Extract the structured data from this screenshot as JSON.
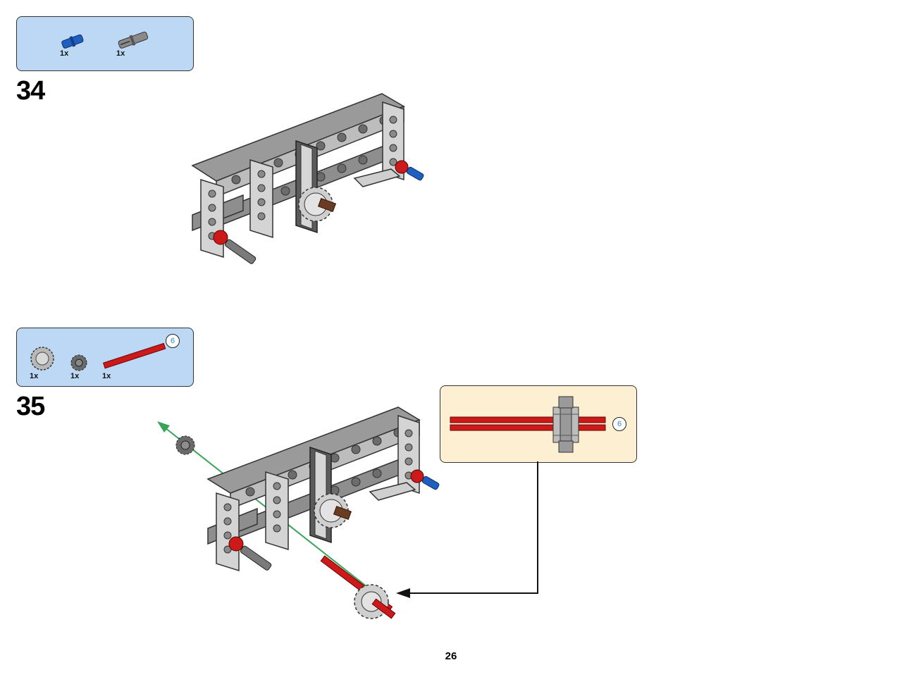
{
  "steps": [
    {
      "number": "34",
      "parts": [
        {
          "qty": "1x",
          "icon": "blue-friction-pin-icon"
        },
        {
          "qty": "1x",
          "icon": "gray-axle-pin-icon"
        }
      ]
    },
    {
      "number": "35",
      "length_badge": "6",
      "parts": [
        {
          "qty": "1x",
          "icon": "light-gray-gear-icon"
        },
        {
          "qty": "1x",
          "icon": "dark-gray-gear-icon"
        },
        {
          "qty": "1x",
          "icon": "red-axle-6-icon"
        }
      ],
      "callout": {
        "length_badge": "6"
      }
    }
  ],
  "page_number": "26",
  "colors": {
    "parts_box_bg": "#bcd8f5",
    "callout_bg": "#fdf0d2",
    "axle_red": "#cc1a1a",
    "pin_blue": "#1e5fbf",
    "guide_green": "#3aa35a"
  }
}
